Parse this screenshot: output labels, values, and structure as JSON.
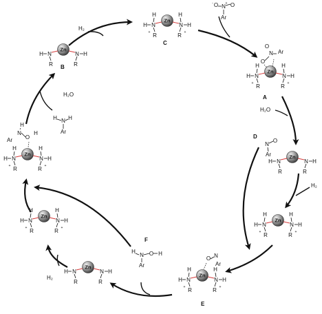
{
  "atoms": {
    "zn": "Zn",
    "n": "N",
    "h": "H",
    "r": "R",
    "o": "O",
    "ar": "Ar",
    "plus": "+",
    "minus": "-"
  },
  "labels": {
    "A": "A",
    "B": "B",
    "C": "C",
    "D": "D",
    "E": "E",
    "F": "F"
  },
  "reagents": {
    "h2": "H₂",
    "h2o": "H₂O"
  },
  "colors": {
    "bond_red": "#d43a3a",
    "bond_black": "#111111",
    "zinc_sphere": "#555555",
    "arrow": "#111111"
  }
}
